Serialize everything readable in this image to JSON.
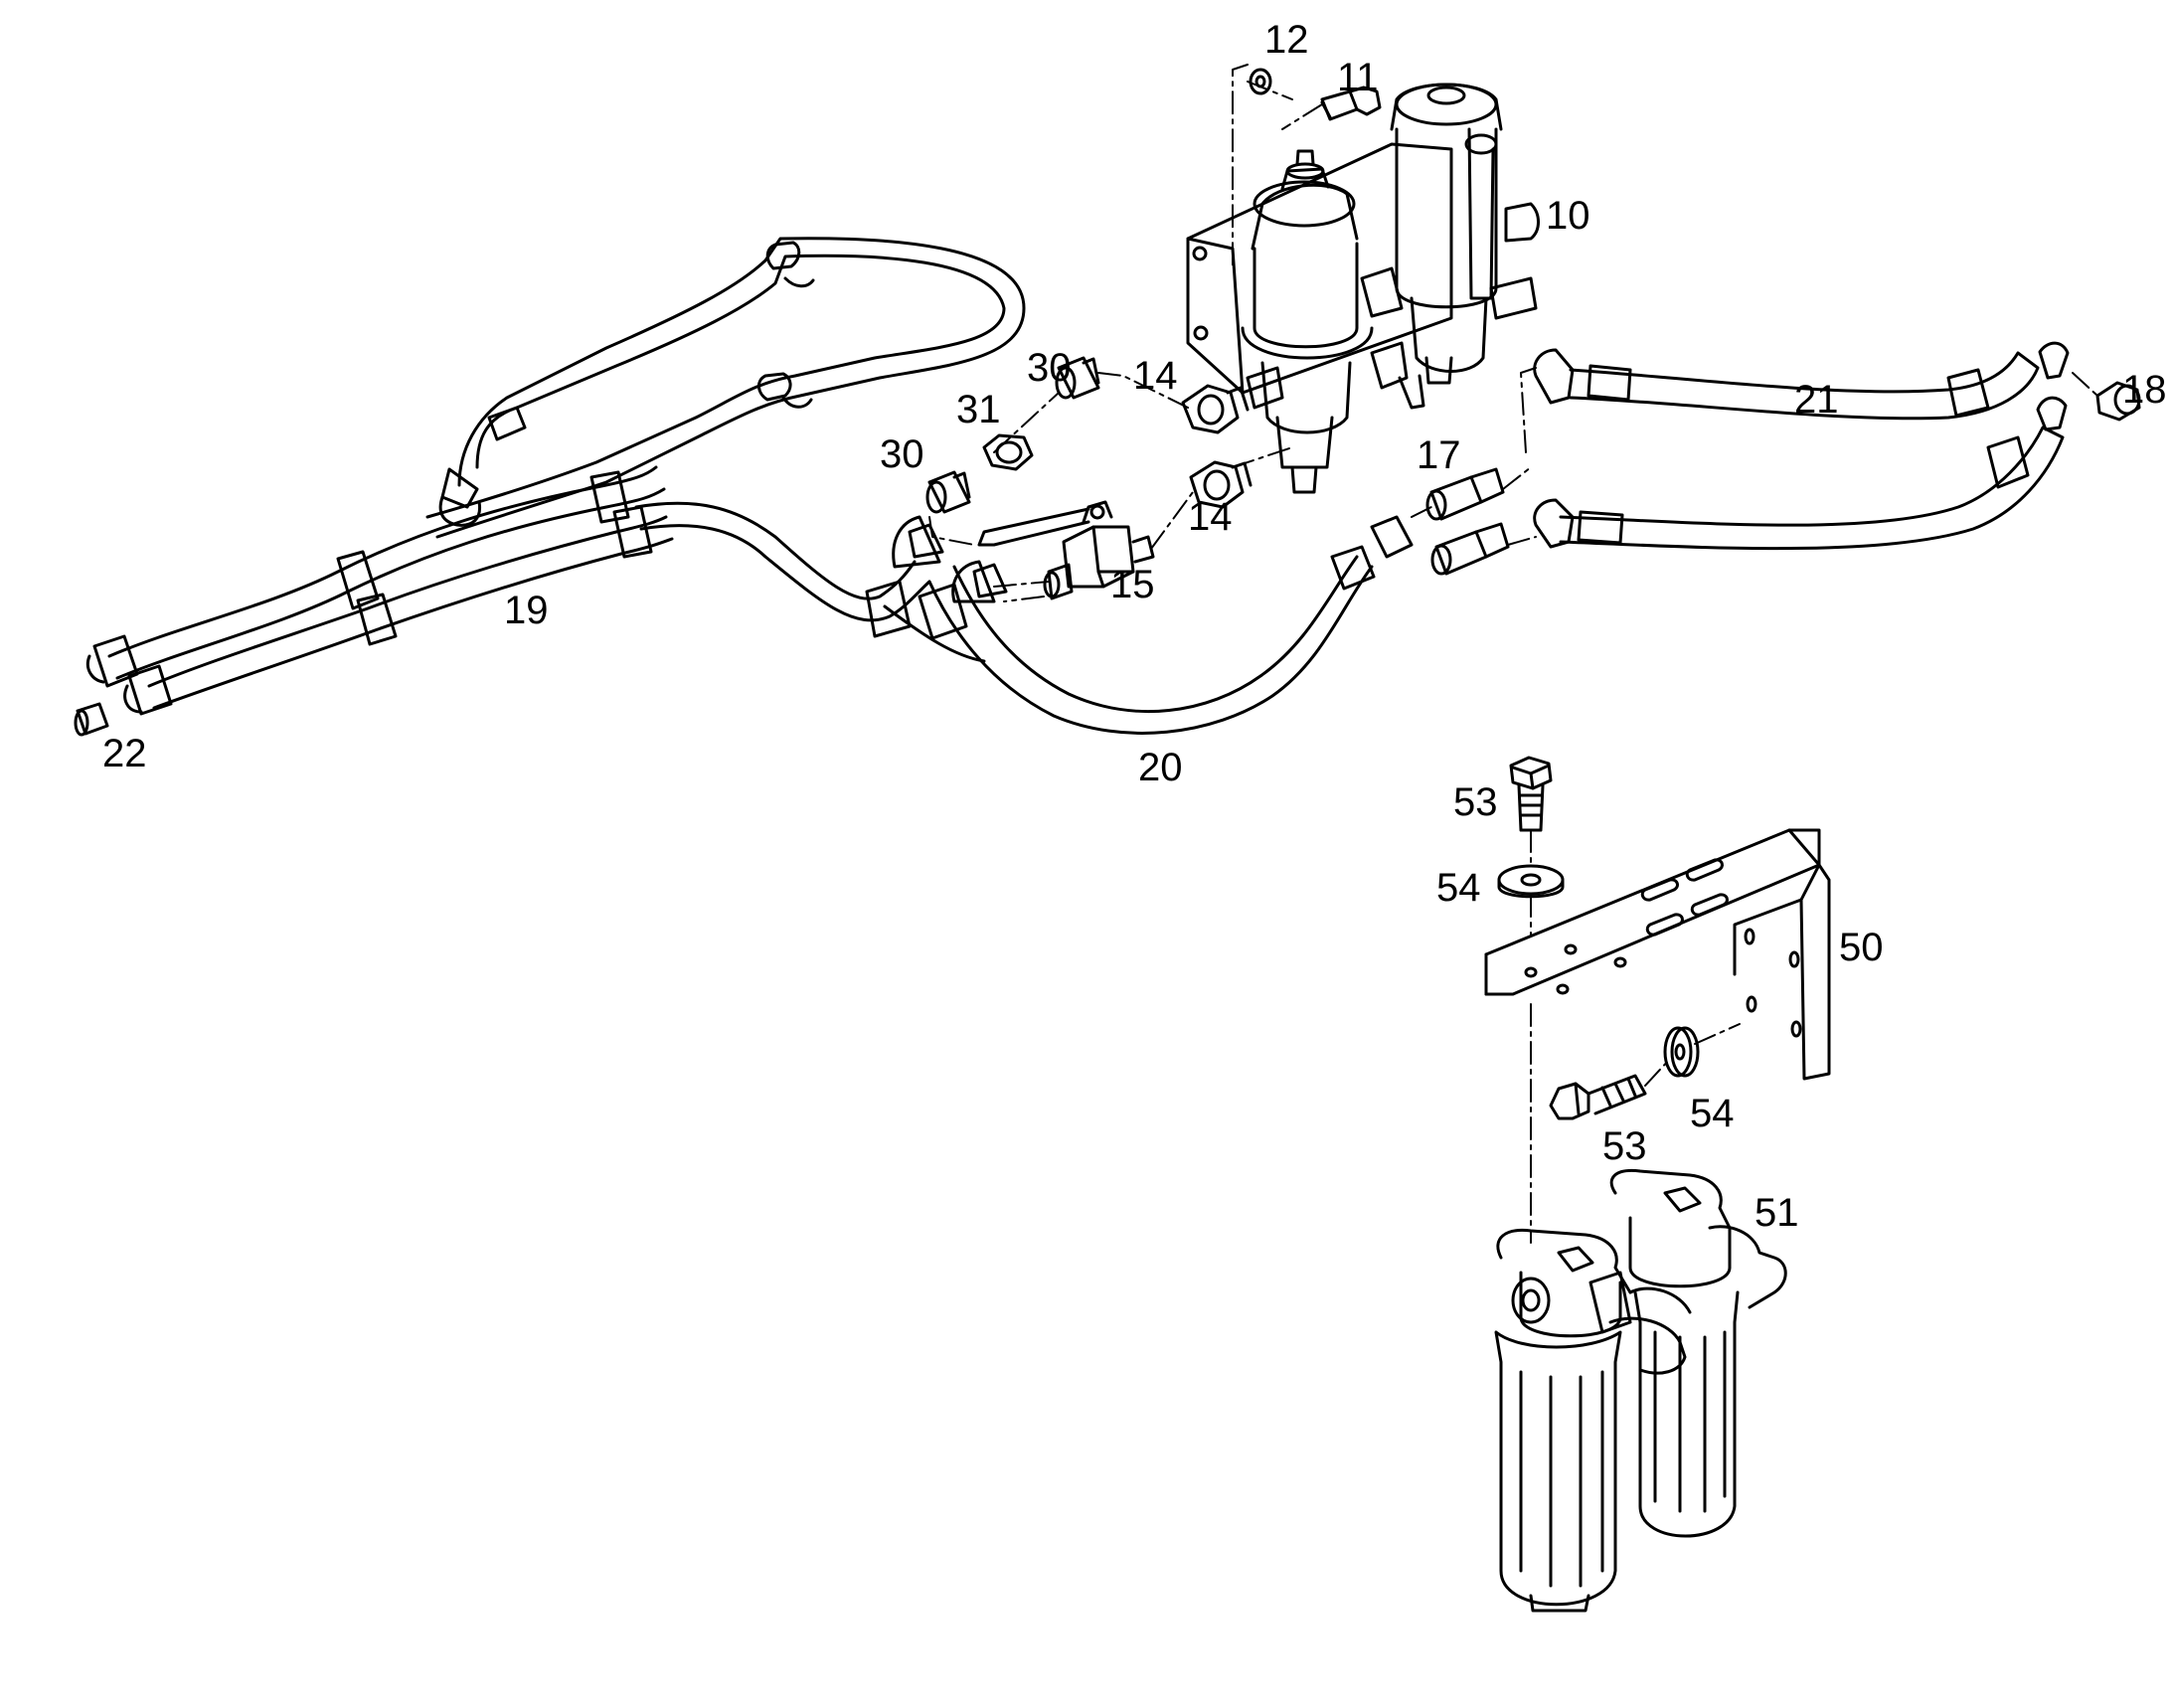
{
  "colors": {
    "line": "#000000",
    "fill": "#ffffff",
    "shade": "#d9d9d9",
    "dark": "#1a1a1a"
  },
  "callouts": [
    {
      "id": "c12",
      "text": "12"
    },
    {
      "id": "c11",
      "text": "11"
    },
    {
      "id": "c10",
      "text": "10"
    },
    {
      "id": "c30a",
      "text": "30"
    },
    {
      "id": "c14a",
      "text": "14"
    },
    {
      "id": "c31",
      "text": "31"
    },
    {
      "id": "c30b",
      "text": "30"
    },
    {
      "id": "c21",
      "text": "21"
    },
    {
      "id": "c18",
      "text": "18"
    },
    {
      "id": "c17",
      "text": "17"
    },
    {
      "id": "c14b",
      "text": "14"
    },
    {
      "id": "c15",
      "text": "15"
    },
    {
      "id": "c19",
      "text": "19"
    },
    {
      "id": "c22",
      "text": "22"
    },
    {
      "id": "c20",
      "text": "20"
    },
    {
      "id": "c53a",
      "text": "53"
    },
    {
      "id": "c54a",
      "text": "54"
    },
    {
      "id": "c50",
      "text": "50"
    },
    {
      "id": "c54b",
      "text": "54"
    },
    {
      "id": "c53b",
      "text": "53"
    },
    {
      "id": "c51",
      "text": "51"
    }
  ]
}
